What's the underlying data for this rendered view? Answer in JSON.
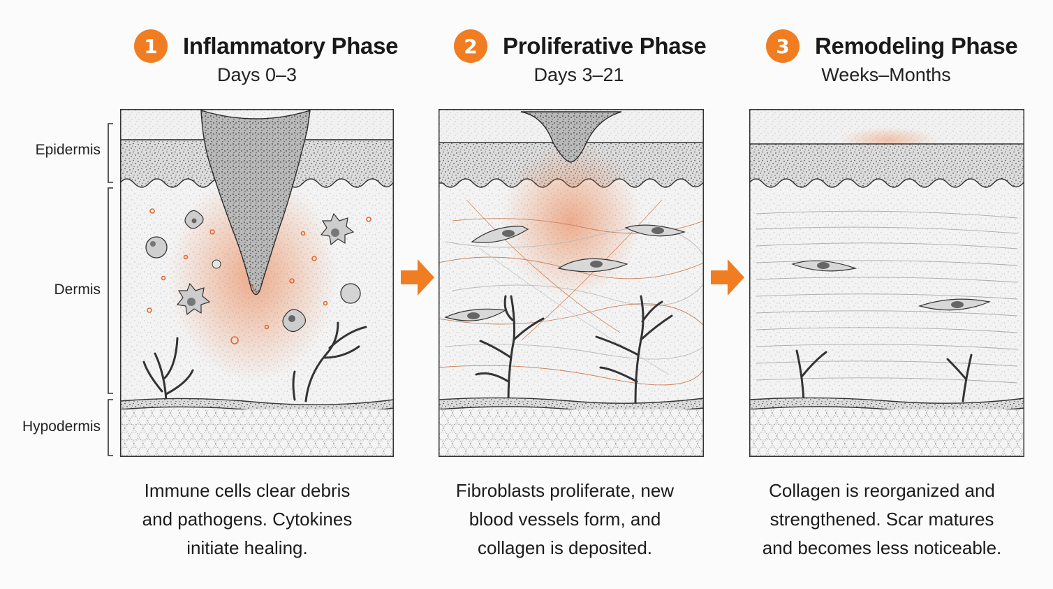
{
  "layers": [
    {
      "key": "epidermis",
      "label": "Epidermis"
    },
    {
      "key": "dermis",
      "label": "Dermis"
    },
    {
      "key": "hypodermis",
      "label": "Hypodermis"
    }
  ],
  "phases": [
    {
      "number": "1",
      "title": "Inflammatory Phase",
      "subtitle": "Days 0–3",
      "caption_lines": [
        "Immune cells clear debris",
        "and pathogens. Cytokines",
        "initiate healing."
      ]
    },
    {
      "number": "2",
      "title": "Proliferative Phase",
      "subtitle": "Days 3–21",
      "caption_lines": [
        "Fibroblasts proliferate, new",
        "blood vessels form, and",
        "collagen is deposited."
      ]
    },
    {
      "number": "3",
      "title": "Remodeling Phase",
      "subtitle": "Weeks–Months",
      "caption_lines": [
        "Collagen is reorganized and",
        "strengthened. Scar matures",
        "and becomes less noticeable."
      ]
    }
  ],
  "colors": {
    "accent": "#f07d22",
    "ink": "#2a2a2a",
    "cell_orange": "#e06a2c",
    "panel_fill": "#f6f6f6"
  },
  "icons": {
    "phase_arrow": "right-arrow-icon",
    "phase_badge": "numbered-circle-badge"
  }
}
